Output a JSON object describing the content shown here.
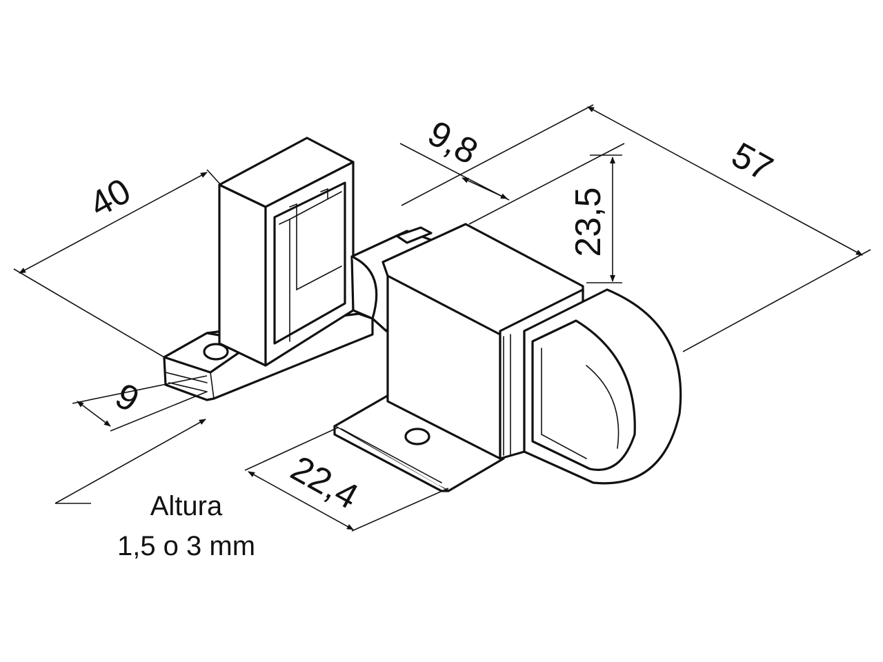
{
  "dimensions": {
    "d40": "40",
    "d9_8": "9,8",
    "d57": "57",
    "d23_5": "23,5",
    "d9": "9",
    "d22_4": "22,4"
  },
  "note": {
    "line1": "Altura",
    "line2": "1,5 o 3 mm"
  },
  "colors": {
    "ink": "#111111",
    "background": "#ffffff"
  }
}
